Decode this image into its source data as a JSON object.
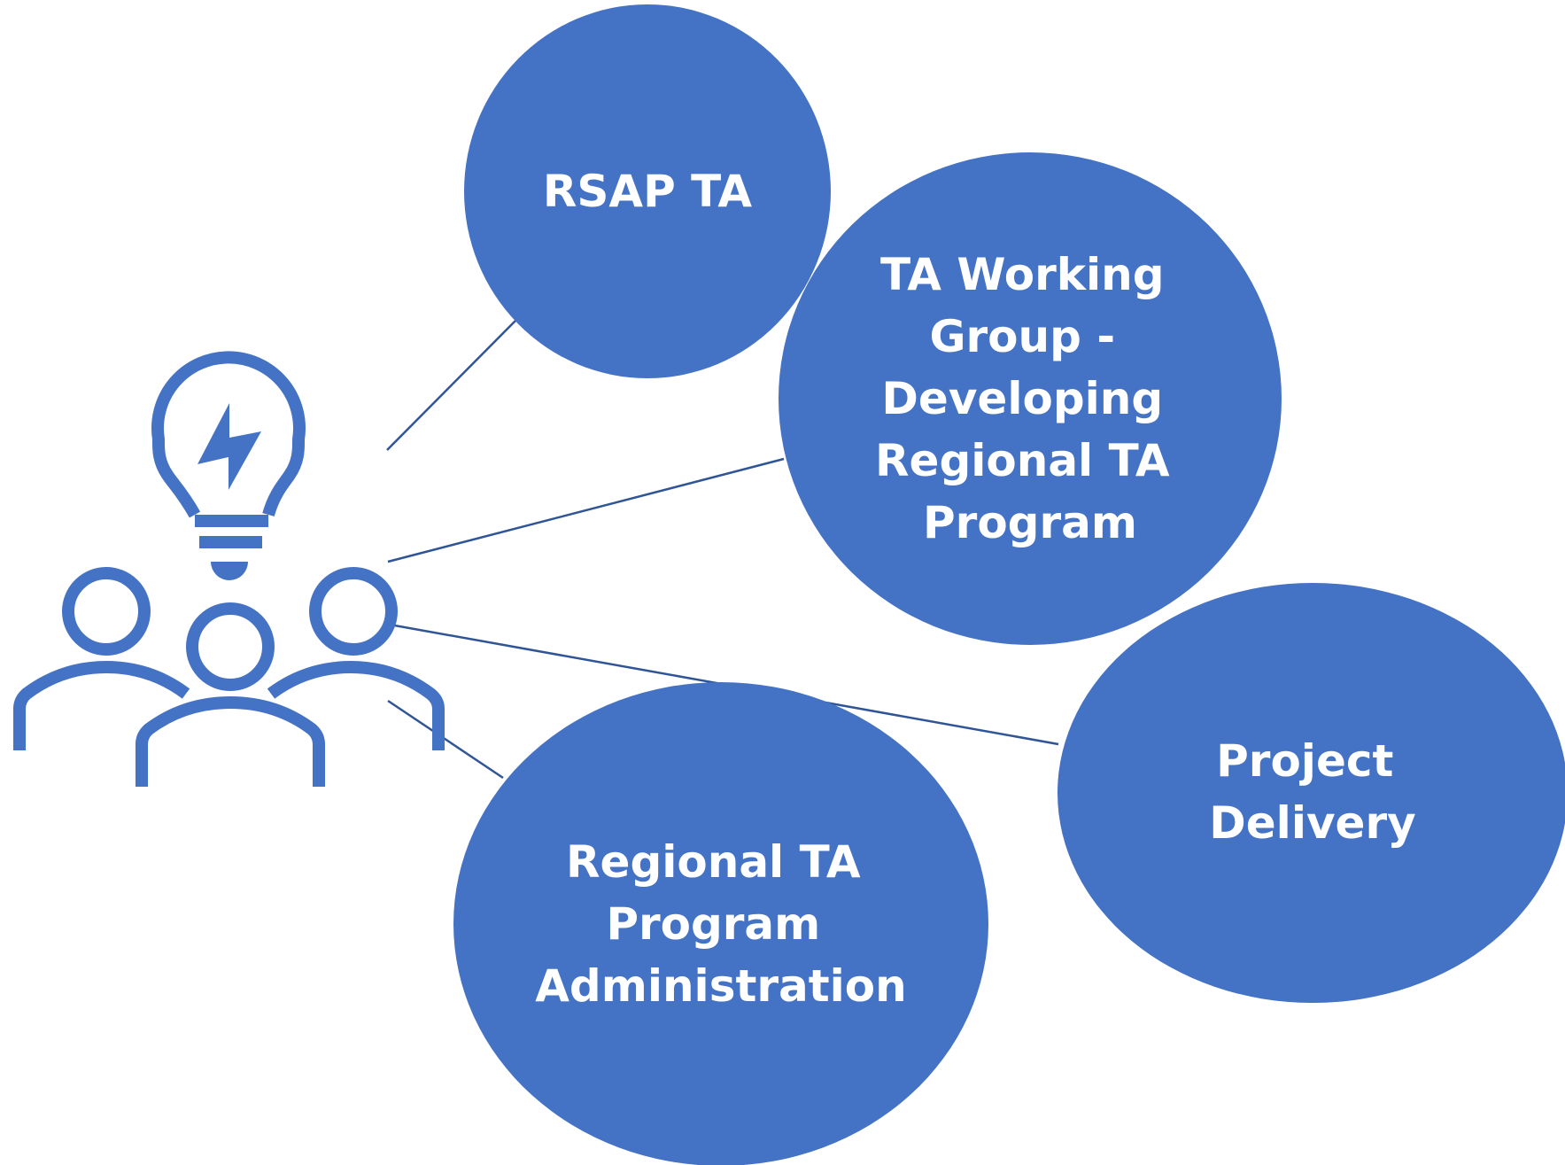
{
  "diagram": {
    "nodes": [
      {
        "id": "rsap",
        "lines": [
          "RSAP TA"
        ],
        "color": "#4472C4"
      },
      {
        "id": "working-group",
        "lines": [
          "TA Working",
          "Group -",
          "Developing",
          "Regional TA",
          "Program"
        ],
        "color": "#4472C4"
      },
      {
        "id": "project-delivery",
        "lines": [
          "Project",
          "Delivery"
        ],
        "color": "#4472C4"
      },
      {
        "id": "program-admin",
        "lines": [
          "Regional TA",
          "Program",
          "Administration"
        ],
        "color": "#4472C4"
      }
    ],
    "icon": "team-lightbulb-icon",
    "connector_color": "#2F5597",
    "text_color": "#FFFFFF"
  }
}
